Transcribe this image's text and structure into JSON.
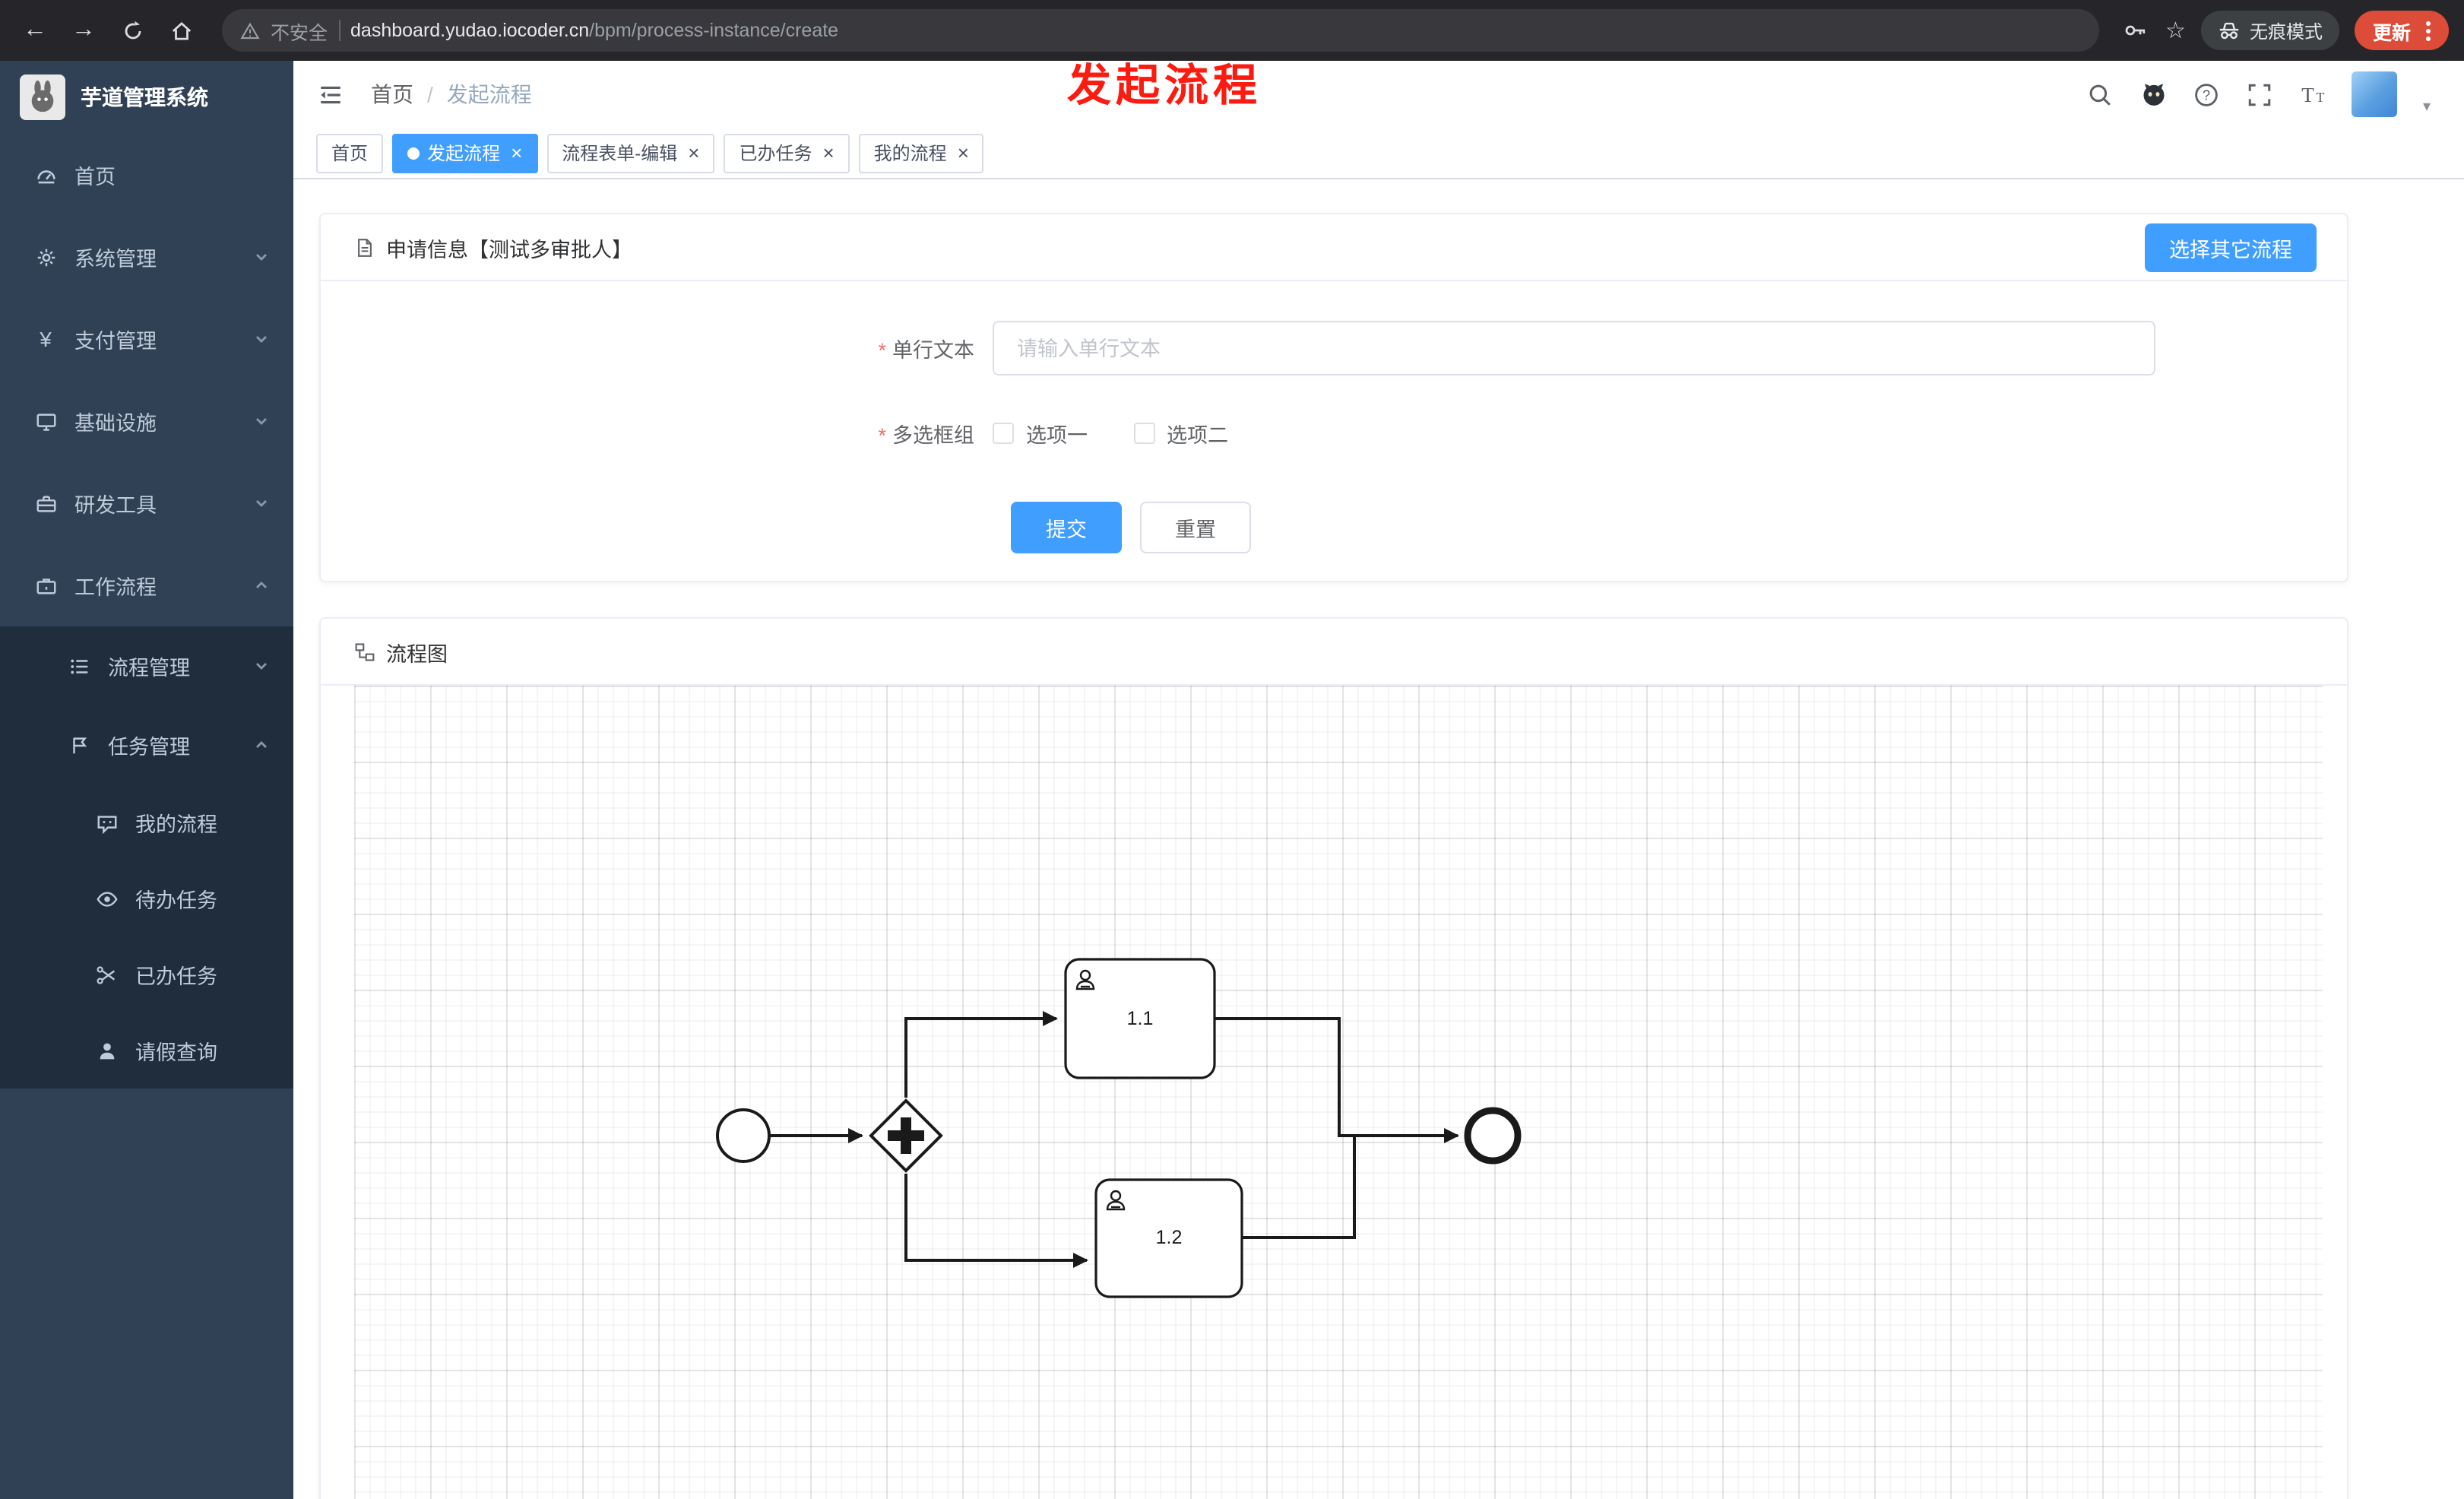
{
  "browser": {
    "security_label": "不安全",
    "url_domain": "dashboard.yudao.iocoder.cn",
    "url_path": "/bpm/process-instance/create",
    "incognito_label": "无痕模式",
    "update_label": "更新"
  },
  "sidebar": {
    "title": "芋道管理系统",
    "items": [
      {
        "label": "首页"
      },
      {
        "label": "系统管理"
      },
      {
        "label": "支付管理"
      },
      {
        "label": "基础设施"
      },
      {
        "label": "研发工具"
      },
      {
        "label": "工作流程"
      }
    ],
    "submenus": [
      {
        "label": "流程管理"
      },
      {
        "label": "任务管理"
      }
    ],
    "subitems": [
      {
        "label": "我的流程"
      },
      {
        "label": "待办任务"
      },
      {
        "label": "已办任务"
      },
      {
        "label": "请假查询"
      }
    ]
  },
  "header": {
    "breadcrumb_home": "首页",
    "breadcrumb_separator": "/",
    "breadcrumb_current": "发起流程",
    "annotation": "发起流程"
  },
  "tabs": [
    {
      "label": "首页"
    },
    {
      "label": "发起流程"
    },
    {
      "label": "流程表单-编辑"
    },
    {
      "label": "已办任务"
    },
    {
      "label": "我的流程"
    }
  ],
  "form_card": {
    "title": "申请信息【测试多审批人】",
    "select_other_label": "选择其它流程",
    "text_field_label": "单行文本",
    "text_field_placeholder": "请输入单行文本",
    "checkbox_group_label": "多选框组",
    "option_1": "选项一",
    "option_2": "选项二",
    "submit_label": "提交",
    "reset_label": "重置"
  },
  "diagram_card": {
    "title": "流程图",
    "task_1_label": "1.1",
    "task_2_label": "1.2"
  },
  "glyphs": {
    "close": "×",
    "required": "*",
    "back": "←",
    "forward": "→",
    "star": "☆",
    "yen": "¥",
    "caret_down": "▾"
  },
  "colors": {
    "accent_blue": "#409eff",
    "sidebar_bg": "#304156",
    "submenu_bg": "#1f2d3d",
    "update_red": "#dd4b39",
    "annotation_red": "#fb1b10"
  }
}
